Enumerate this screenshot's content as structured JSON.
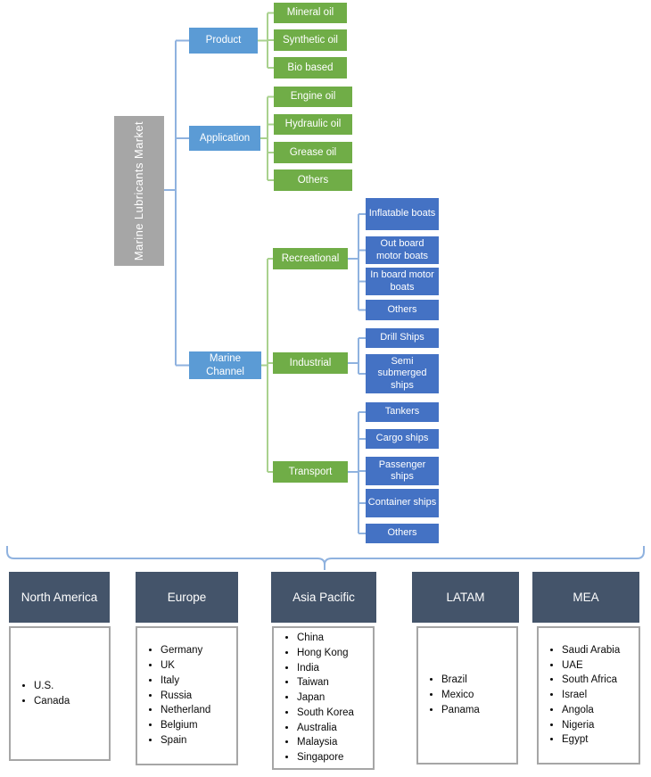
{
  "diagram_title": "Marine Lubricants Market",
  "colors": {
    "root_gray": "#A6A6A6",
    "branch_blue": "#5B9BD5",
    "leaf_blue": "#4472C4",
    "segment_green": "#70AD47",
    "region_header_dark": "#44546A",
    "connector_blue": "#8FB2DF",
    "connector_green": "#A9D18E",
    "list_border_gray": "#A6A6A6"
  },
  "tree": {
    "root": "Marine Lubricants Market",
    "product": {
      "label": "Product",
      "children": [
        "Mineral oil",
        "Synthetic oil",
        "Bio based"
      ]
    },
    "application": {
      "label": "Application",
      "children": [
        "Engine oil",
        "Hydraulic oil",
        "Grease oil",
        "Others"
      ]
    },
    "marine_channel": {
      "label": "Marine Channel",
      "children": {
        "recreational": {
          "label": "Recreational",
          "children": [
            "Inflatable boats",
            "Out board motor boats",
            "In board motor boats",
            "Others"
          ]
        },
        "industrial": {
          "label": "Industrial",
          "children": [
            "Drill Ships",
            "Semi submerged ships"
          ]
        },
        "transport": {
          "label": "Transport",
          "children": [
            "Tankers",
            "Cargo ships",
            "Passenger ships",
            "Container ships",
            "Others"
          ]
        }
      }
    }
  },
  "regions": [
    {
      "name": "North America",
      "countries": [
        "U.S.",
        "Canada"
      ]
    },
    {
      "name": "Europe",
      "countries": [
        "Germany",
        "UK",
        "Italy",
        "Russia",
        "Netherland",
        "Belgium",
        "Spain"
      ]
    },
    {
      "name": "Asia Pacific",
      "countries": [
        "China",
        "Hong Kong",
        "India",
        "Taiwan",
        "Japan",
        "South Korea",
        "Australia",
        "Malaysia",
        "Singapore"
      ]
    },
    {
      "name": "LATAM",
      "countries": [
        "Brazil",
        "Mexico",
        "Panama"
      ]
    },
    {
      "name": "MEA",
      "countries": [
        "Saudi Arabia",
        "UAE",
        "South Africa",
        "Israel",
        "Angola",
        "Nigeria",
        "Egypt"
      ]
    }
  ]
}
